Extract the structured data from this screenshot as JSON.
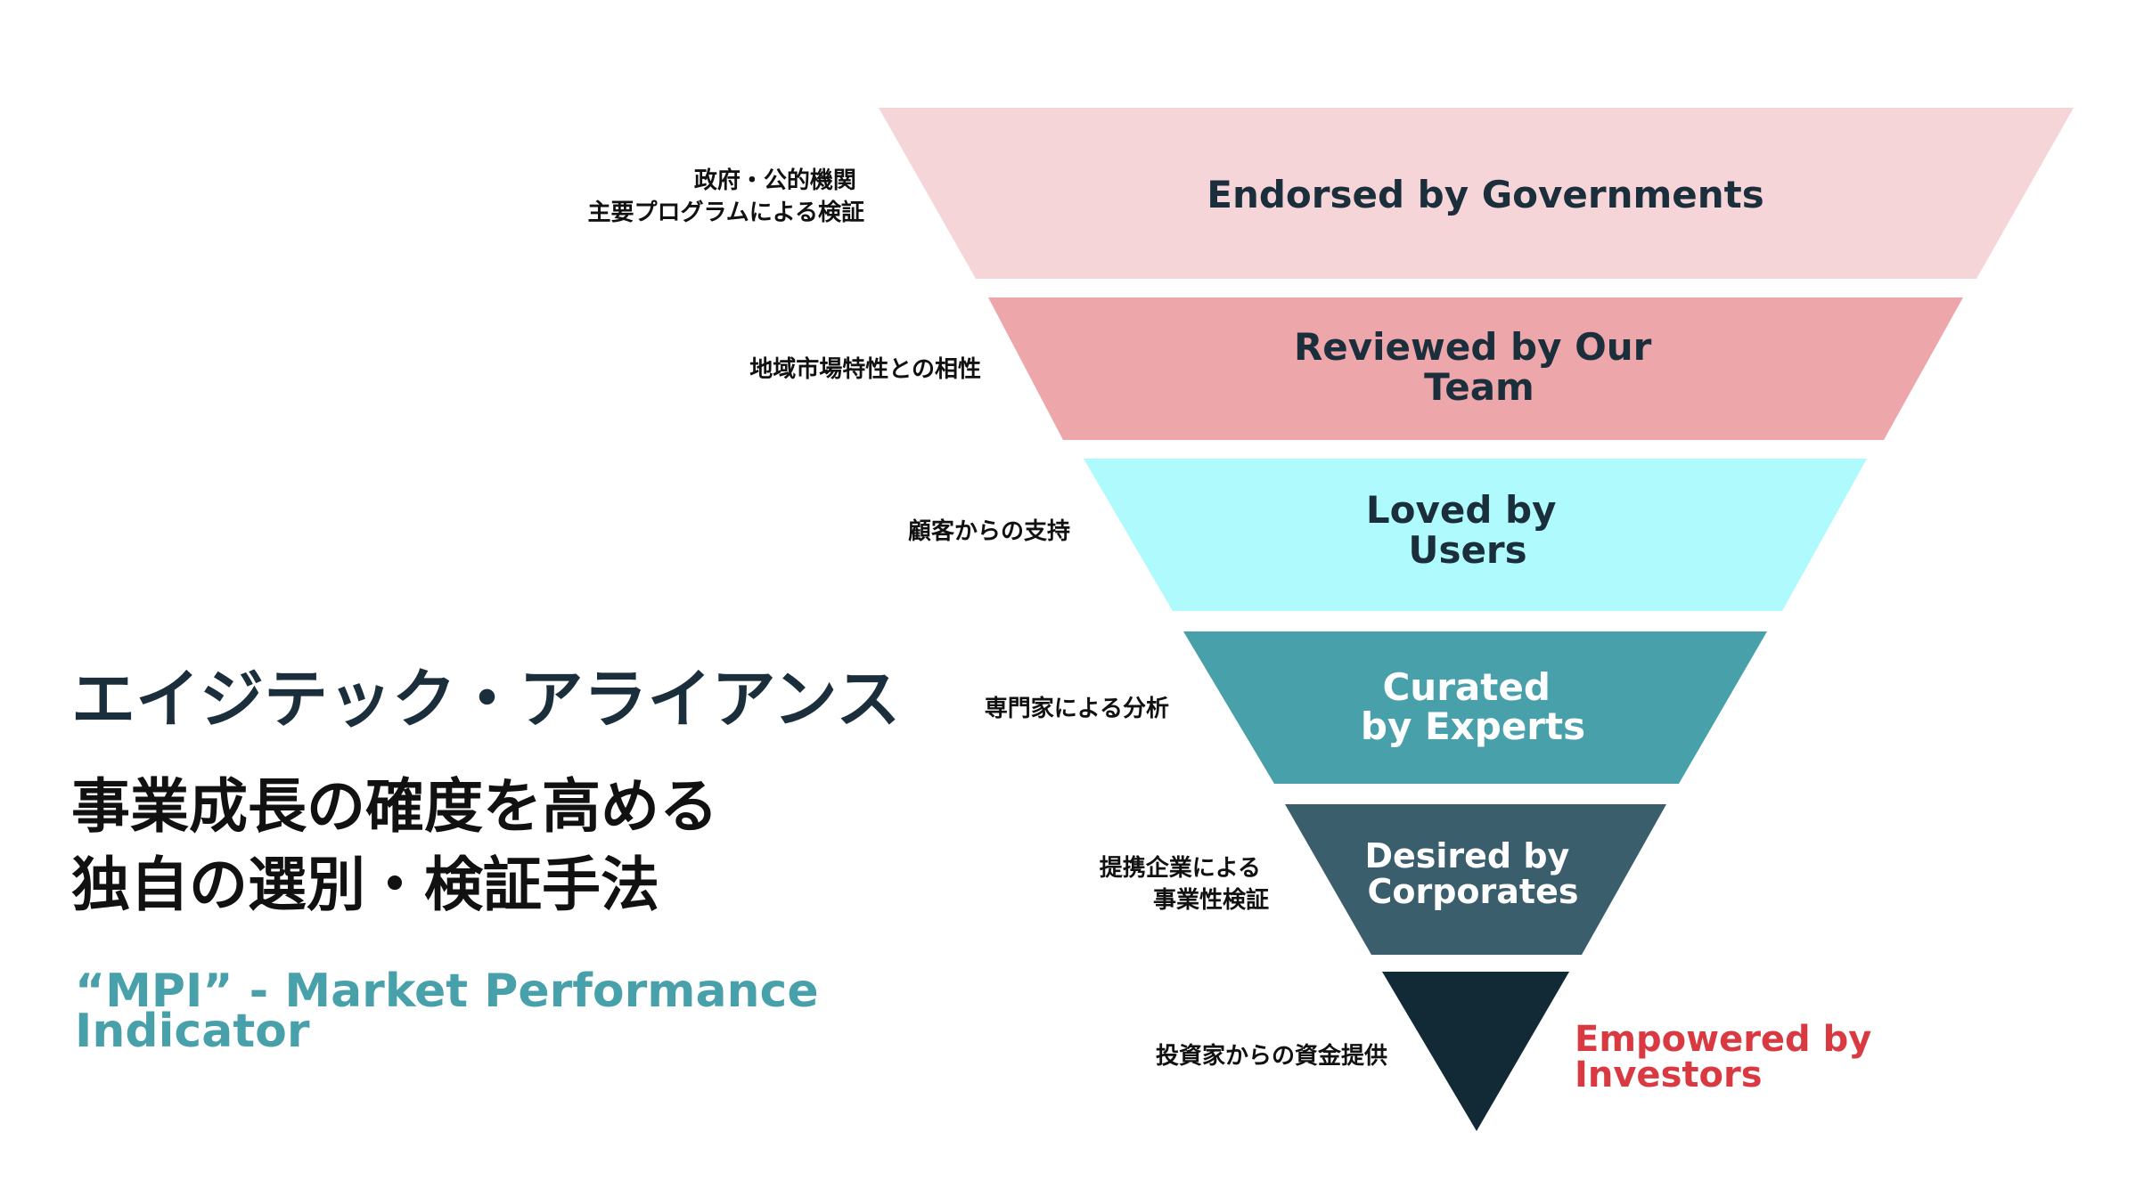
{
  "left": {
    "brand": "エイジテック・アライアンス",
    "headline_line1": "事業成長の確度を高める",
    "headline_line2": "独自の選別・検証手法",
    "mpi_line1": "“MPI” - Market Performance",
    "mpi_line2": "Indicator"
  },
  "funnel": [
    {
      "lines": [
        "Endorsed by Governments"
      ],
      "label_lines": [
        "政府・公的機関",
        "主要プログラムによる検証"
      ],
      "color": "#f6d5d8",
      "text_color": "#1b2e3b"
    },
    {
      "lines": [
        "Reviewed by Our",
        "Team"
      ],
      "label_lines": [
        "地域市場特性との相性"
      ],
      "color": "#eda6aa",
      "text_color": "#1b2e3b"
    },
    {
      "lines": [
        "Loved by",
        "Users"
      ],
      "label_lines": [
        "顧客からの支持"
      ],
      "color": "#aefafc",
      "text_color": "#1b2e3b"
    },
    {
      "lines": [
        "Curated",
        "by Experts"
      ],
      "label_lines": [
        "専門家による分析"
      ],
      "color": "#48a1aa",
      "text_color": "#ffffff"
    },
    {
      "lines": [
        "Desired by",
        "Corporates"
      ],
      "label_lines": [
        "提携企業による",
        "事業性検証"
      ],
      "color": "#3a5e6c",
      "text_color": "#ffffff"
    },
    {
      "lines": [
        "Empowered by",
        "Investors"
      ],
      "label_lines": [
        "投資家からの資金提供"
      ],
      "color": "#112a36",
      "text_color": "#d93a42"
    }
  ],
  "colors": {
    "accent_teal": "#48a1aa",
    "accent_red": "#d93a42",
    "dark": "#1b2e3b"
  }
}
